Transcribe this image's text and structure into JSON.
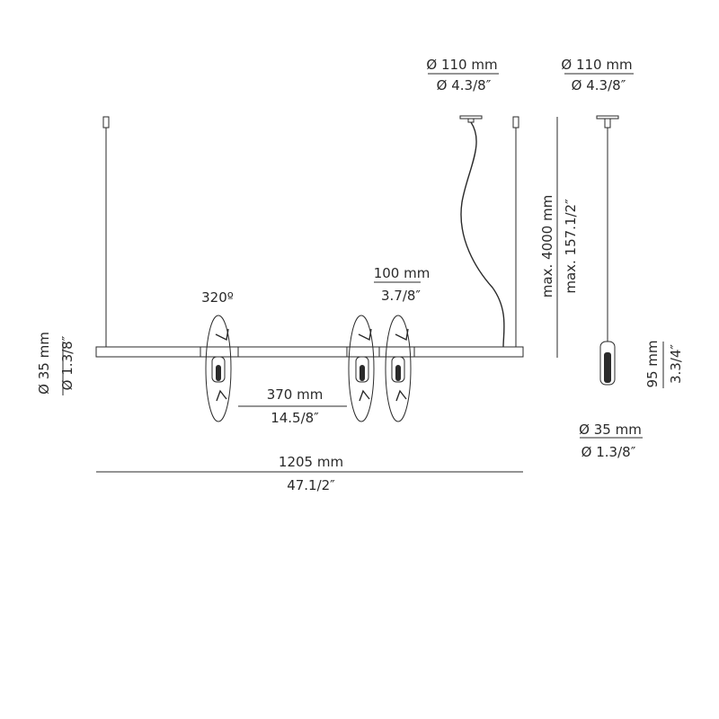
{
  "labels": {
    "top_mid_diam_mm": "Ø 110 mm",
    "top_mid_diam_in": "Ø 4.3/8″",
    "top_right_diam_mm": "Ø 110 mm",
    "top_right_diam_in": "Ø 4.3/8″",
    "max_len_mm": "max. 4000 mm",
    "max_len_in": "max. 157.1/2″",
    "rotation": "320º",
    "spacing_small_mm": "100 mm",
    "spacing_small_in": "3.7/8″",
    "bar_diam_mm": "Ø 35 mm",
    "bar_diam_in": "Ø 1.3/8″",
    "spacing_mm": "370 mm",
    "spacing_in": "14.5/8″",
    "head_height_mm": "95 mm",
    "head_height_in": "3.3/4″",
    "head_diam_mm": "Ø 35 mm",
    "head_diam_in": "Ø 1.3/8″",
    "total_len_mm": "1205 mm",
    "total_len_in": "47.1/2″"
  },
  "colors": {
    "line": "#2a2a2a",
    "background": "#ffffff"
  }
}
